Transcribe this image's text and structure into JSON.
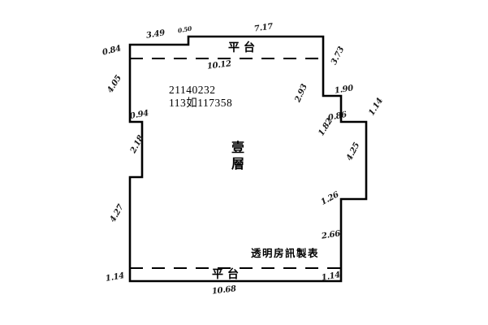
{
  "document": {
    "type": "floor-plan-drawing",
    "title": "壹層",
    "watermark": "透明房訊製表"
  },
  "serial": {
    "line1": "21140232",
    "line2": "113如117358"
  },
  "labels": {
    "floor": "壹層",
    "platform_top": "平台",
    "platform_bottom": "平台",
    "watermark": "透明房訊製表"
  },
  "dimensions": {
    "top_left_edge": "0.84",
    "top_left_run": "3.49",
    "top_small_step": "0.50",
    "top_right_run": "7.17",
    "interior_top_width": "10.12",
    "left_upper": "4.05",
    "left_notch": "0.94",
    "left_mid": "2.18",
    "left_lower": "4.27",
    "right_upper": "3.73",
    "right_inner": "2.93",
    "right_step_1_90": "1.90",
    "right_step_0_86": "0.86",
    "right_edge_1_14": "1.14",
    "right_small_1_82": "1.82",
    "right_long_4_25": "4.25",
    "right_step_1_26": "1.26",
    "right_lower_2_66": "2.66",
    "bottom_left_1_14": "1.14",
    "bottom_right_1_14": "1.14",
    "bottom_width": "10.68"
  },
  "colors": {
    "ink": "#000000",
    "paper": "#ffffff"
  }
}
